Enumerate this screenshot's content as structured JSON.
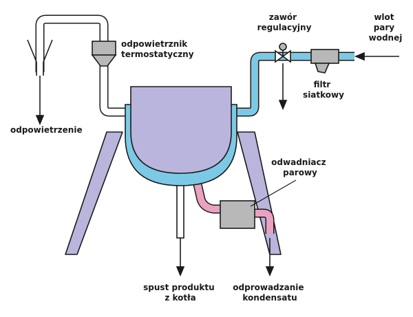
{
  "labels": {
    "thermostatic_vent": [
      "odpowietrznik",
      "termostatyczny"
    ],
    "venting": "odpowietrzenie",
    "regulating_valve": [
      "zawór",
      "regulacyjny"
    ],
    "steam_inlet": [
      "wlot",
      "pary",
      "wodnej"
    ],
    "strainer": [
      "filtr",
      "siatkowy"
    ],
    "steam_trap": [
      "odwadniacz",
      "parowy"
    ],
    "product_drain": [
      "spust produktu",
      "z kotła"
    ],
    "condensate_drain": [
      "odprowadzanie",
      "kondensatu"
    ]
  },
  "colors": {
    "vessel": "#b9b5dc",
    "steam_jacket": "#7cc9e6",
    "condensate_pipe": "#e9a2c0",
    "frame": "#b9b5dc",
    "vent_pipe": "#ffffff",
    "device": "#b8b8b8",
    "outline": "#1a1a1a"
  }
}
